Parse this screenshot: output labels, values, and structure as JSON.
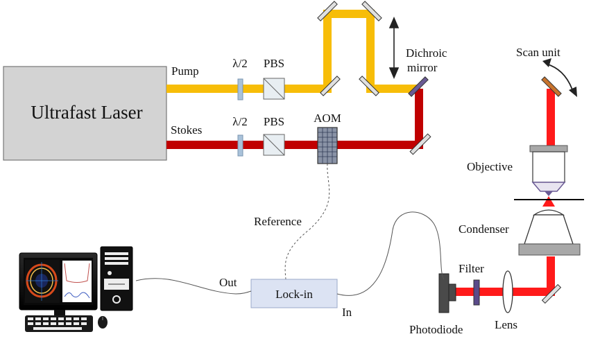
{
  "labels": {
    "laser": "Ultrafast Laser",
    "pump": "Pump",
    "stokes": "Stokes",
    "halfwave_pump": "λ/2",
    "halfwave_stokes": "λ/2",
    "pbs_pump": "PBS",
    "pbs_stokes": "PBS",
    "aom": "AOM",
    "dichroic_line1": "Dichroic",
    "dichroic_line2": "mirror",
    "scan_unit": "Scan unit",
    "objective": "Objective",
    "condenser": "Condenser",
    "filter": "Filter",
    "lens": "Lens",
    "photodiode": "Photodiode",
    "reference": "Reference",
    "lockin": "Lock-in",
    "out": "Out",
    "in": "In"
  },
  "colors": {
    "pump_beam": "#F7BD08",
    "stokes_beam": "#C00000",
    "combined_beam": "#FF1A1A",
    "laser_box": "#D3D3D3",
    "lockin_box": "#DCE3F3",
    "waveplate": "#A9C2DA",
    "filter": "#5A4A8A",
    "scan_mirror": "#C8742D",
    "dichroic": "#6B5B95"
  },
  "icons": [
    "computer-monitor-icon",
    "computer-tower-icon",
    "keyboard-icon",
    "mouse-icon"
  ]
}
